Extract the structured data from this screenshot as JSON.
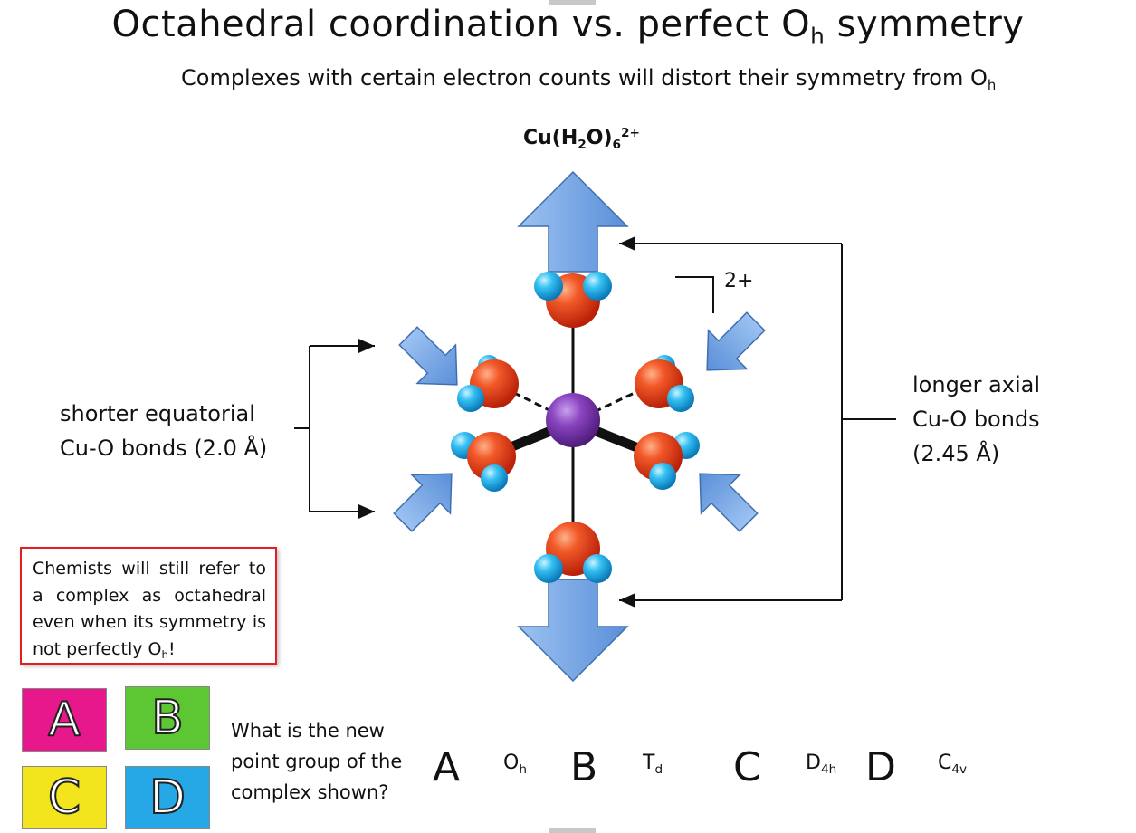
{
  "slide": {
    "title": "Octahedral coordination vs. perfect O",
    "title_sub": "h",
    "title_end": " symmetry",
    "subtitle": "Complexes with certain electron counts will distort their symmetry from O",
    "subtitle_sub": "h"
  },
  "molecule": {
    "formula_prefix": "Cu(H",
    "formula_sub1": "2",
    "formula_mid": "O)",
    "formula_sub2": "6",
    "formula_charge": "2+",
    "bracket_charge": "2+",
    "colors": {
      "oxygen": "#e8341a",
      "hydrogen": "#2bb6ee",
      "copper": "#7a3aa8",
      "arrow": "#6f9fe0"
    }
  },
  "labels": {
    "equatorial_line1": "shorter equatorial",
    "equatorial_line2": "Cu-O bonds (2.0 Å)",
    "axial_line1": "longer axial",
    "axial_line2": "Cu-O bonds",
    "axial_line3": "(2.45 Å)"
  },
  "note": {
    "text": "Chemists will still refer to a complex as octahedral even when its symmetry is not perfectly O",
    "sub": "h",
    "end": "!"
  },
  "tiles": [
    {
      "letter": "A",
      "color": "#e6188b"
    },
    {
      "letter": "B",
      "color": "#5cc633"
    },
    {
      "letter": "C",
      "color": "#f2e51e"
    },
    {
      "letter": "D",
      "color": "#26a8e6"
    }
  ],
  "question": {
    "text": "What is the new point group of the complex shown?",
    "options": [
      {
        "letter": "A",
        "main": "O",
        "sub": "h"
      },
      {
        "letter": "B",
        "main": "T",
        "sub": "d"
      },
      {
        "letter": "C",
        "main": "D",
        "sub": "4h"
      },
      {
        "letter": "D",
        "main": "C",
        "sub": "4v"
      }
    ]
  }
}
